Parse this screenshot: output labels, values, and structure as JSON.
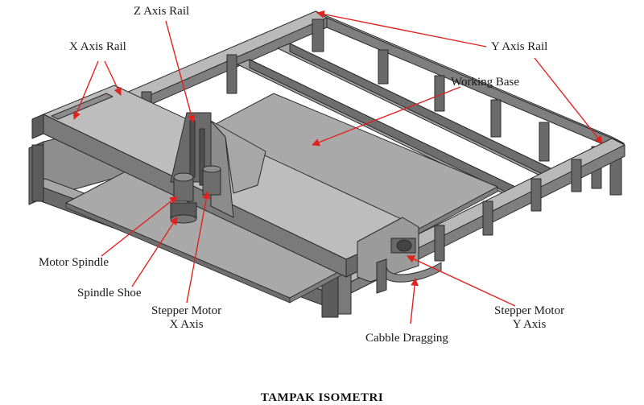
{
  "labels": {
    "z_axis_rail": "Z Axis Rail",
    "x_axis_rail": "X Axis Rail",
    "y_axis_rail": "Y Axis Rail",
    "working_base": "Working Base",
    "motor_spindle": "Motor Spindle",
    "spindle_shoe": "Spindle Shoe",
    "stepper_motor_x": [
      "Stepper Motor",
      "X Axis"
    ],
    "stepper_motor_y": [
      "Stepper Motor",
      "Y Axis"
    ],
    "cable_dragging": "Cabble Dragging"
  },
  "caption": "TAMPAK ISOMETRI",
  "colors": {
    "metal_light": "#b9b9b9",
    "metal_mid": "#8e8e8e",
    "metal_dark": "#5c5c5c",
    "plate": "#a6a6a6",
    "edge": "#2b2b2b",
    "arrow": "#e0231f"
  }
}
